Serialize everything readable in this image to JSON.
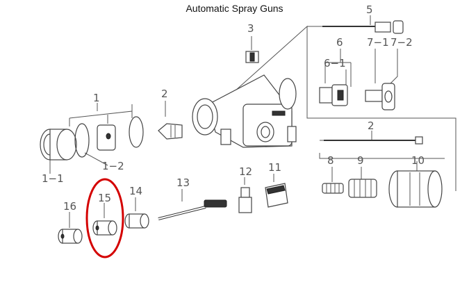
{
  "title": "Automatic Spray Guns",
  "labels": {
    "p1": "1",
    "p1_1": "1−1",
    "p1_2": "1−2",
    "p2a": "2",
    "p2b": "2",
    "p3": "3",
    "p5": "5",
    "p6": "6",
    "p6_1": "6−1",
    "p7_1": "7−1",
    "p7_2": "7−2",
    "p8": "8",
    "p9": "9",
    "p10": "10",
    "p11": "11",
    "p12": "12",
    "p13": "13",
    "p14": "14",
    "p15": "15",
    "p16": "16"
  },
  "highlight": {
    "part": "15",
    "color": "#d40000"
  }
}
